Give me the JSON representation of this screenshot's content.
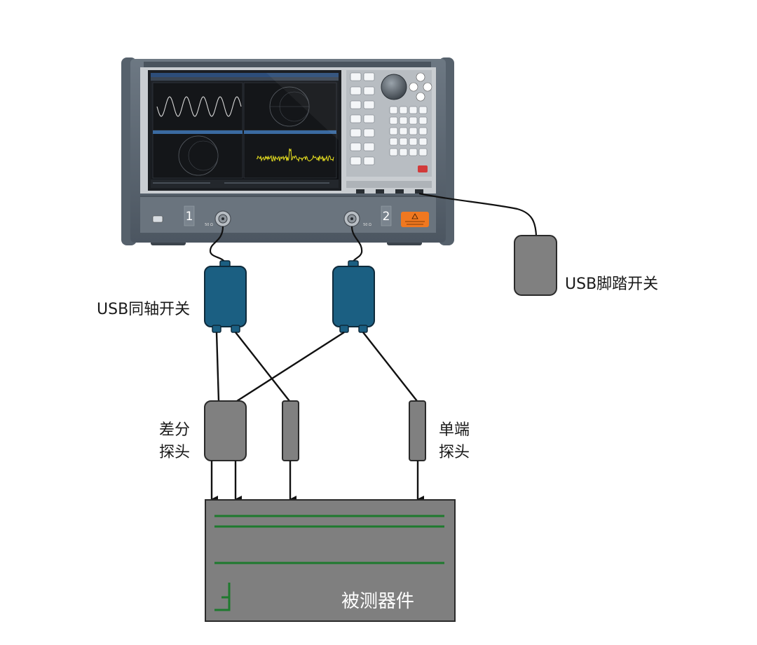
{
  "labels": {
    "usb_coax_switch": "USB同轴开关",
    "usb_foot_switch": "USB脚踏开关",
    "diff_probe_line1": "差分",
    "diff_probe_line2": "探头",
    "single_probe_line1": "单端",
    "single_probe_line2": "探头",
    "dut": "被测器件"
  },
  "instrument": {
    "port1_number": "1",
    "port2_number": "2",
    "port1_impedance": "50 Ω",
    "port2_impedance": "50 Ω"
  },
  "colors": {
    "switch_blue": "#1b5f82",
    "probe_gray": "#808080",
    "dut_gray": "#7f7f7f",
    "trace_green": "#1e7a2e",
    "cable_black": "#111111",
    "instrument_body": "#5b6773",
    "warning_orange": "#f07820"
  }
}
